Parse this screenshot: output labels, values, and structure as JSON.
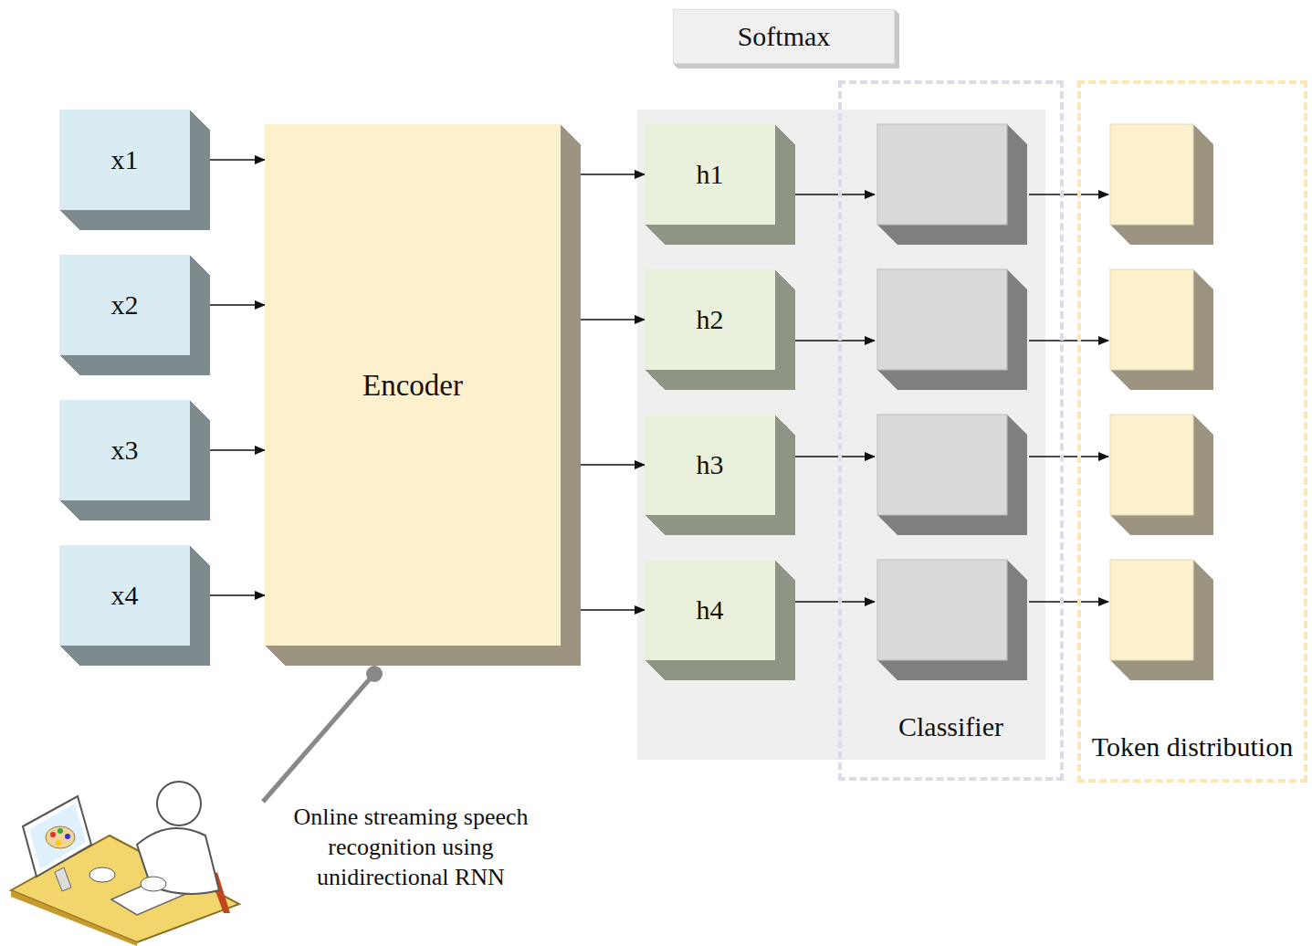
{
  "diagram": {
    "nodes": [
      {
        "text": [
          "Softmax"
        ]
      },
      {
        "text": [
          "x1"
        ]
      },
      {
        "text": [
          "x2"
        ]
      },
      {
        "text": [
          "x3"
        ]
      },
      {
        "text": [
          "x4"
        ]
      },
      {
        "text": [
          "Encoder"
        ]
      },
      {
        "text": [
          "h1"
        ]
      },
      {
        "text": [
          "h2"
        ]
      },
      {
        "text": [
          "h3"
        ]
      },
      {
        "text": [
          "h4"
        ]
      },
      {
        "text": [
          "Classifier"
        ]
      },
      {
        "text": [
          "Token distribution"
        ]
      }
    ],
    "edges": [
      {
        "from": 1,
        "to": 5,
        "arrow": "to"
      },
      {
        "from": 2,
        "to": 5,
        "arrow": "to"
      },
      {
        "from": 3,
        "to": 5,
        "arrow": "to"
      },
      {
        "from": 4,
        "to": 5,
        "arrow": "to"
      },
      {
        "from": 5,
        "to": 6,
        "arrow": "to"
      },
      {
        "from": 5,
        "to": 7,
        "arrow": "to"
      },
      {
        "from": 5,
        "to": 8,
        "arrow": "to"
      },
      {
        "from": 5,
        "to": 9,
        "arrow": "to"
      }
    ],
    "labels": [
      "Online streaming speech recognition using unidirectional RNN"
    ]
  }
}
